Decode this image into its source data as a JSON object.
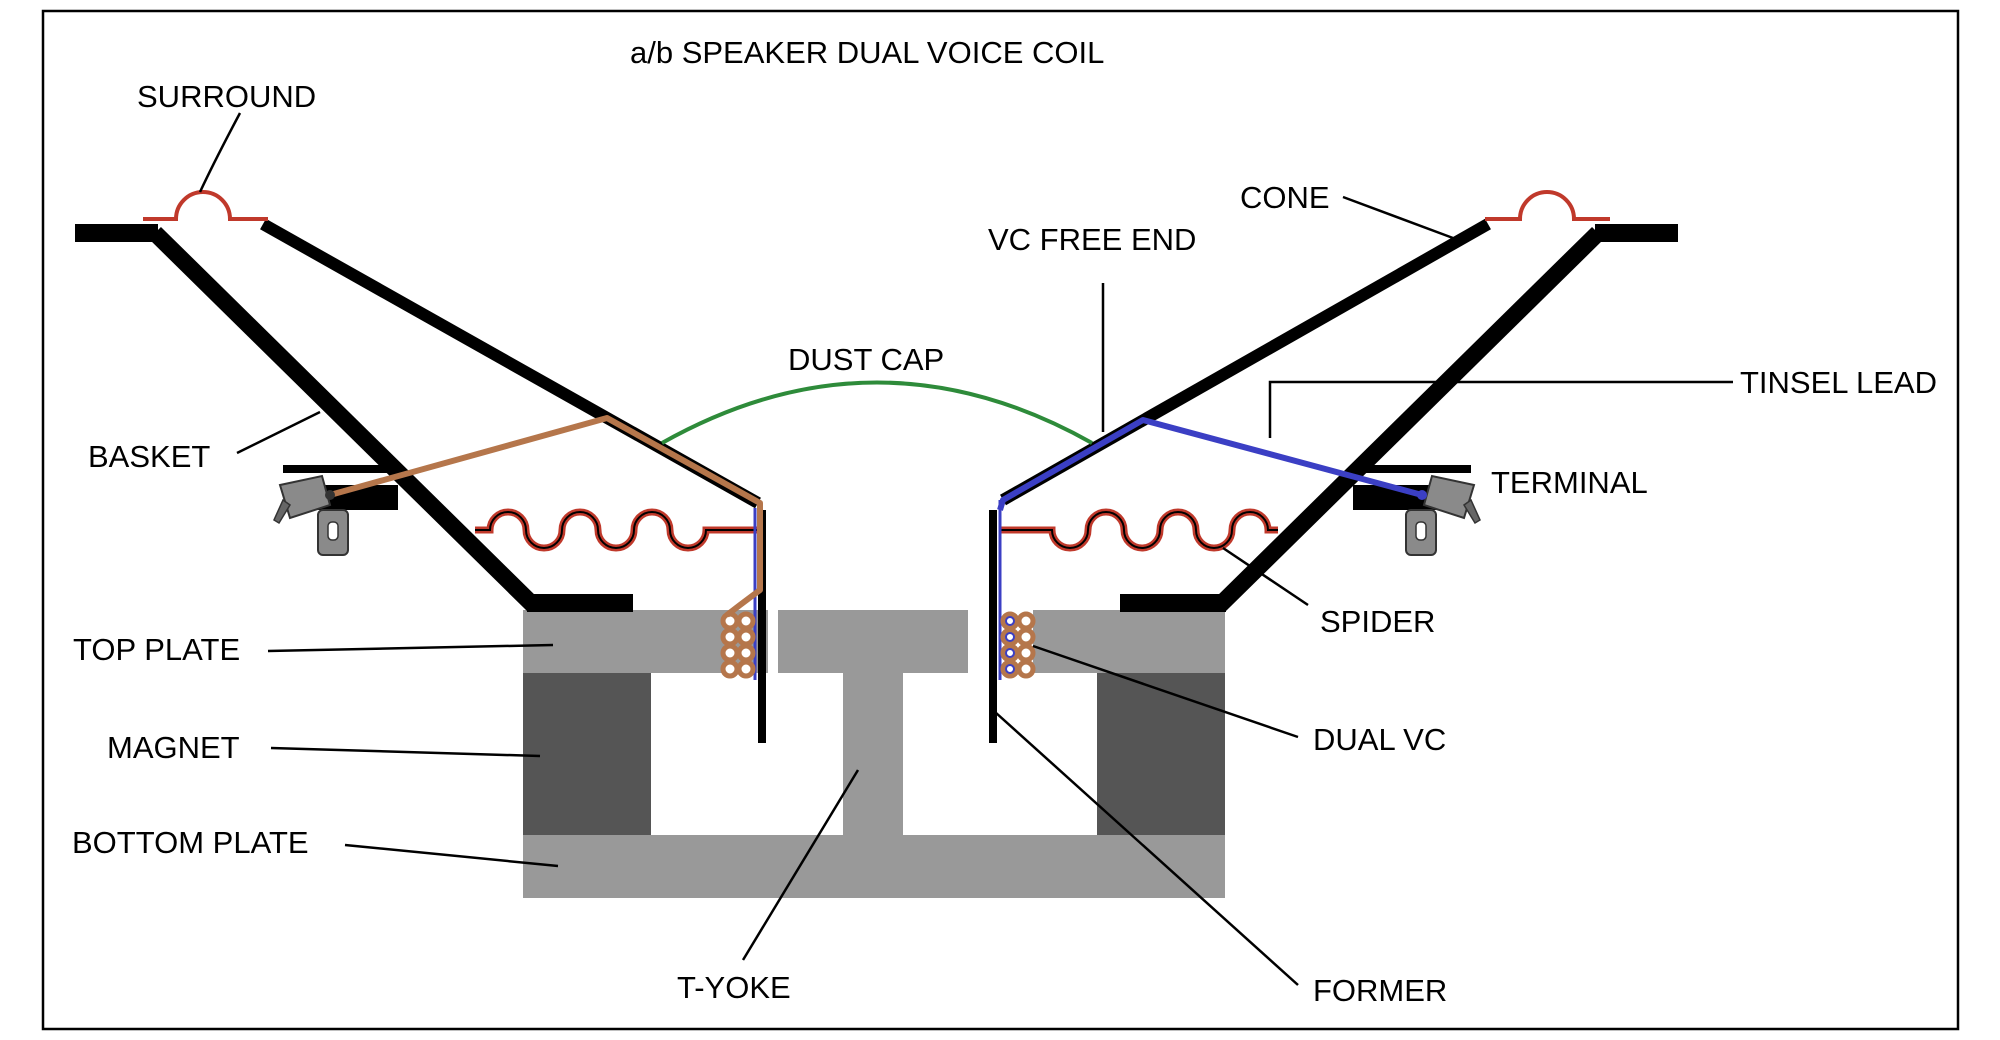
{
  "title": "a/b SPEAKER DUAL VOICE COIL",
  "labels": {
    "surround": "SURROUND",
    "basket": "BASKET",
    "top_plate": "TOP PLATE",
    "magnet": "MAGNET",
    "bottom_plate": "BOTTOM PLATE",
    "t_yoke": "T-YOKE",
    "dust_cap": "DUST CAP",
    "vc_free_end": "VC FREE END",
    "cone": "CONE",
    "tinsel_lead": "TINSEL LEAD",
    "terminal": "TERMINAL",
    "spider": "SPIDER",
    "dual_vc": "DUAL VC",
    "former": "FORMER"
  },
  "colors": {
    "basket": "#000000",
    "surround": "#c0392b",
    "spider": "#c0392b",
    "dust_cap": "#2e8b3a",
    "lead_left": "#b5764b",
    "lead_right": "#3b3fc4",
    "plate": "#999999",
    "magnet": "#555555",
    "coil_left": "#b5764b",
    "coil_right": "#6e6e6e",
    "terminal": "#8a8a8a"
  }
}
